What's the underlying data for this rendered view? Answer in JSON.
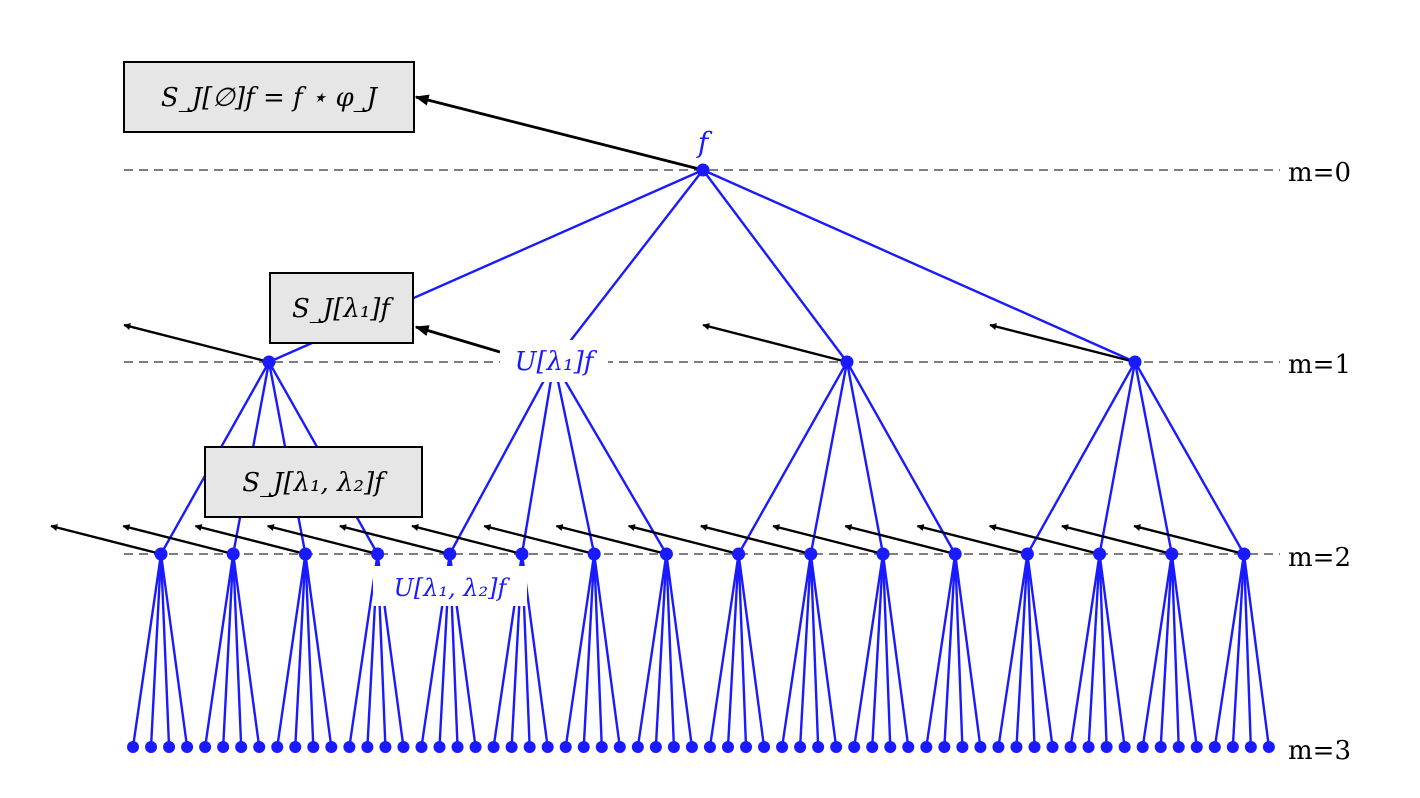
{
  "colors": {
    "tree": "#1a1aff",
    "arrow": "#000000",
    "dashed": "#555555",
    "box_fill": "#e6e6e6",
    "box_border": "#000000"
  },
  "tree": {
    "root_label": "f",
    "branching": 4,
    "depth": 3,
    "level_labels": [
      "m=0",
      "m=1",
      "m=2",
      "m=3"
    ]
  },
  "labels": {
    "u1": "U[λ₁]f",
    "u2": "U[λ₁, λ₂]f"
  },
  "boxes": {
    "s0": "S_J[∅]f = f ⋆ φ_J",
    "s1": "S_J[λ₁]f",
    "s2": "S_J[λ₁, λ₂]f"
  }
}
